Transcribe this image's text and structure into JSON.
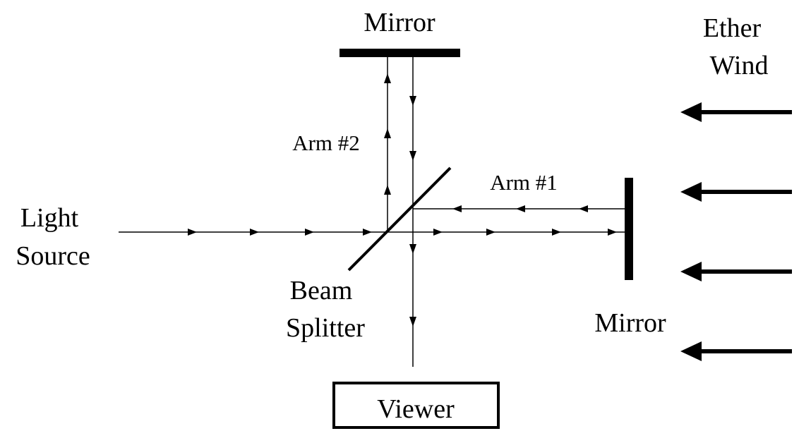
{
  "labels": {
    "mirror_top": "Mirror",
    "mirror_right": "Mirror",
    "ether_wind_line1": "Ether",
    "ether_wind_line2": "Wind",
    "arm2": "Arm #2",
    "arm1": "Arm #1",
    "light_source_line1": "Light",
    "light_source_line2": "Source",
    "beam_splitter_line1": "Beam",
    "beam_splitter_line2": "Splitter",
    "viewer": "Viewer"
  },
  "colors": {
    "ink": "#000000",
    "background": "#ffffff"
  }
}
